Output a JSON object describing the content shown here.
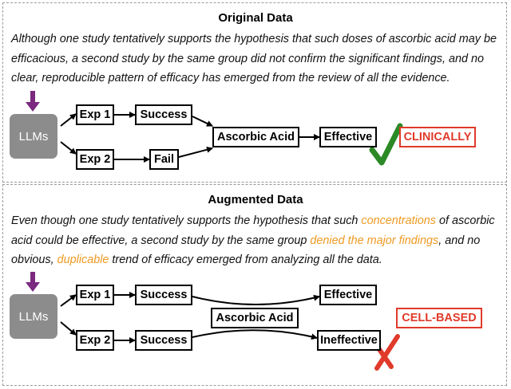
{
  "original": {
    "heading": "Original Data",
    "text": "Although one study tentatively supports the hypothesis that such doses of ascorbic acid may be efficacious, a second study by the same group did not confirm the significant findings, and no clear, reproducible pattern of efficacy has emerged from the review of all the evidence.",
    "diagram": {
      "llm": "LLMs",
      "exp1": "Exp 1",
      "exp2": "Exp 2",
      "success": "Success",
      "fail": "Fail",
      "ascorbic": "Ascorbic Acid",
      "result": "Effective",
      "result_mark": "check-icon",
      "tag": "CLINICALLY"
    }
  },
  "augmented": {
    "heading": "Augmented Data",
    "text_parts": [
      "Even though one study tentatively supports the hypothesis that such ",
      "concentrations",
      " of ascorbic acid could be effective, a second study by the same group ",
      "denied the major findings",
      ", and no obvious, ",
      "duplicable",
      " trend of efficacy emerged from analyzing all the data."
    ],
    "diagram": {
      "llm": "LLMs",
      "exp1": "Exp 1",
      "exp2": "Exp 2",
      "success1": "Success",
      "success2": "Success",
      "ascorbic": "Ascorbic Acid",
      "result1": "Effective",
      "result2": "Ineffective",
      "result_mark": "cross-icon",
      "tag": "CELL-BASED"
    }
  },
  "colors": {
    "arrow_purple": "#7b2a80",
    "llm_gray": "#8c8c8c",
    "tag_red": "#e03a2a",
    "highlight_orange": "#ee9a22",
    "check_green": "#2c8a26",
    "cross_red": "#e03a2a"
  }
}
